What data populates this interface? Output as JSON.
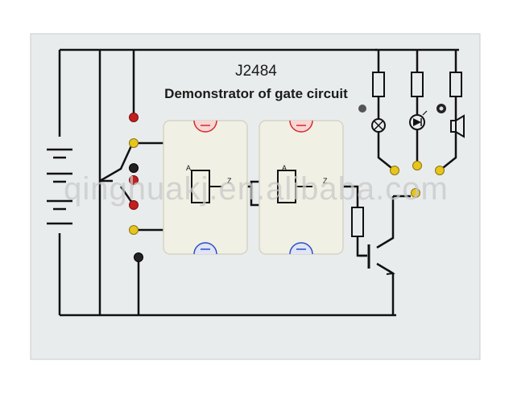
{
  "board": {
    "model": "J2484",
    "title": "Demonstrator of gate circuit",
    "background_color": "#e9ecec",
    "wire_color": "#111111",
    "module_color": "#f1f0e4"
  },
  "modules": [
    {
      "name": "gate-module-1",
      "input_label": "A",
      "output_label": "Z",
      "top_terminal_color": "#d8282a",
      "bottom_terminal_color": "#2a4fc4"
    },
    {
      "name": "gate-module-2",
      "input_label": "A",
      "output_label": "Z",
      "top_terminal_color": "#d8282a",
      "bottom_terminal_color": "#2a4fc4"
    }
  ],
  "sockets": {
    "red": "#c41e1e",
    "yellow": "#e7c51a",
    "black": "#222222"
  },
  "outputs": [
    "lamp-icon",
    "led-icon",
    "buzzer-icon"
  ],
  "watermark": "qinghuakj.en.alibaba.com"
}
